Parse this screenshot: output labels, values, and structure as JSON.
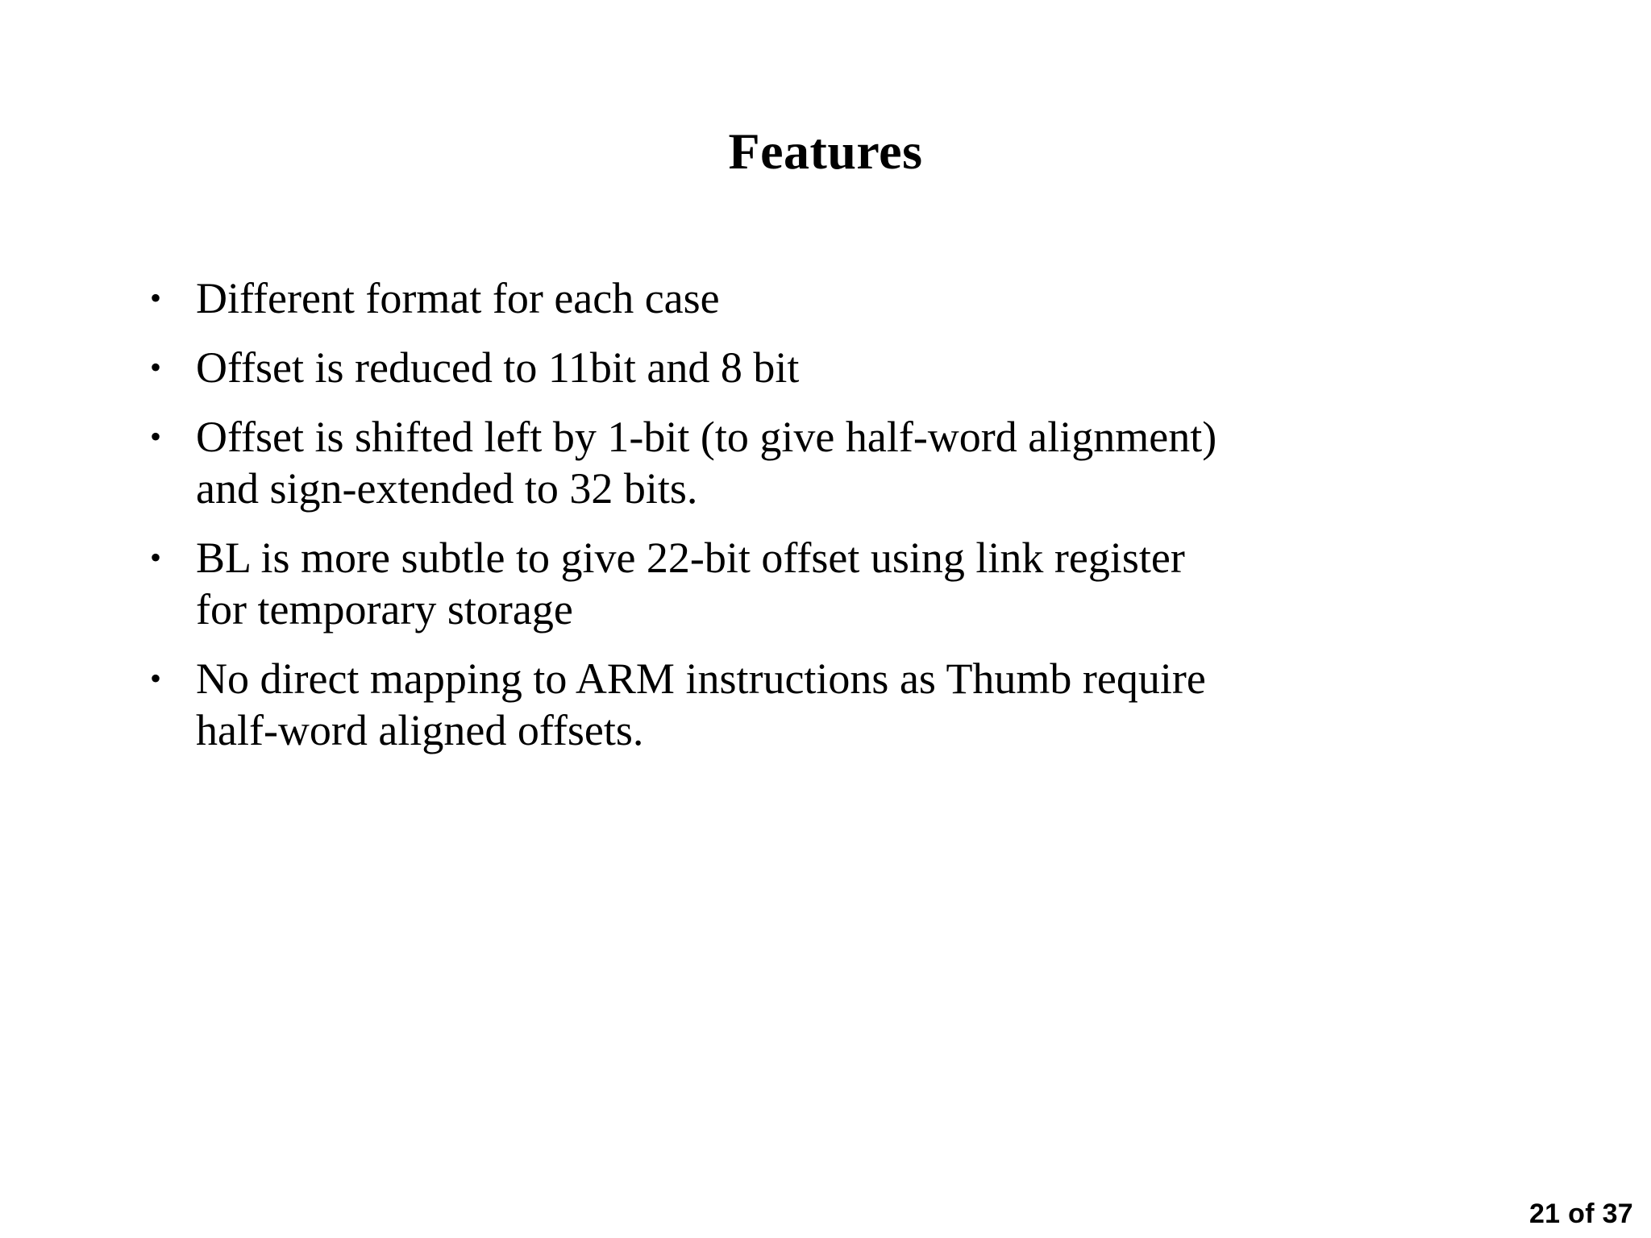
{
  "slide": {
    "title": "Features",
    "bullet_marker": "•",
    "bullets": [
      {
        "text": "Different format for each case"
      },
      {
        "text": "Offset is reduced to 11bit and 8 bit"
      },
      {
        "text": "Offset is shifted left by 1-bit (to give half-word alignment)\nand sign-extended to 32 bits."
      },
      {
        "text": "BL is more subtle to give 22-bit offset using link register\nfor temporary storage"
      },
      {
        "text": "No direct mapping to ARM instructions as Thumb require\nhalf-word aligned offsets."
      }
    ],
    "page_number": "21 of 37",
    "colors": {
      "background": "#ffffff",
      "text": "#000000"
    }
  }
}
